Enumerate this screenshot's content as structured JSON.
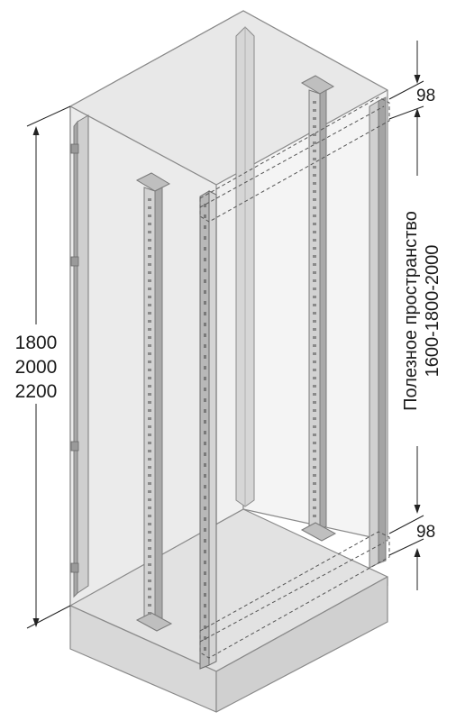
{
  "dimensions": {
    "height_options": [
      "1800",
      "2000",
      "2200"
    ],
    "top_offset": "98",
    "bottom_offset": "98",
    "usable_space_label": "Полезное пространство",
    "usable_space_values": "1600-1800-2000"
  },
  "colors": {
    "cabinet_fill": "#ececec",
    "cabinet_edge": "#8a8a8a",
    "rail_fill": "#d4d4d4",
    "rail_dark": "#9a9a9a",
    "dimension_line": "#222222",
    "dash": "#555555"
  }
}
